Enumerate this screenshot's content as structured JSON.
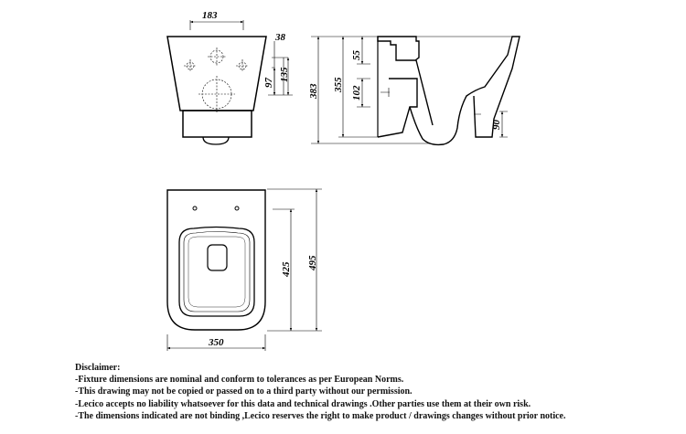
{
  "front_view": {
    "dims": {
      "width_holes": "183",
      "offset_top": "38",
      "height_97": "97",
      "height_135": "135"
    }
  },
  "side_view": {
    "dims": {
      "total_height": "383",
      "height_355": "355",
      "height_55": "55",
      "height_102": "102",
      "height_90": "90"
    }
  },
  "plan_view": {
    "dims": {
      "length_total": "495",
      "length_seat": "425",
      "width": "350"
    }
  },
  "disclaimer": {
    "title": "Disclaimer:",
    "lines": [
      "-Fixture dimensions are nominal and conform to tolerances as per European Norms.",
      "-This drawing may not be copied or passed on to a third party without our permission.",
      "-Lecico accepts no liability whatsoever for this data and technical drawings .Other parties use them at their own risk.",
      "-The dimensions indicated are not binding ,Lecico reserves the right to make product / drawings changes without prior notice."
    ]
  }
}
